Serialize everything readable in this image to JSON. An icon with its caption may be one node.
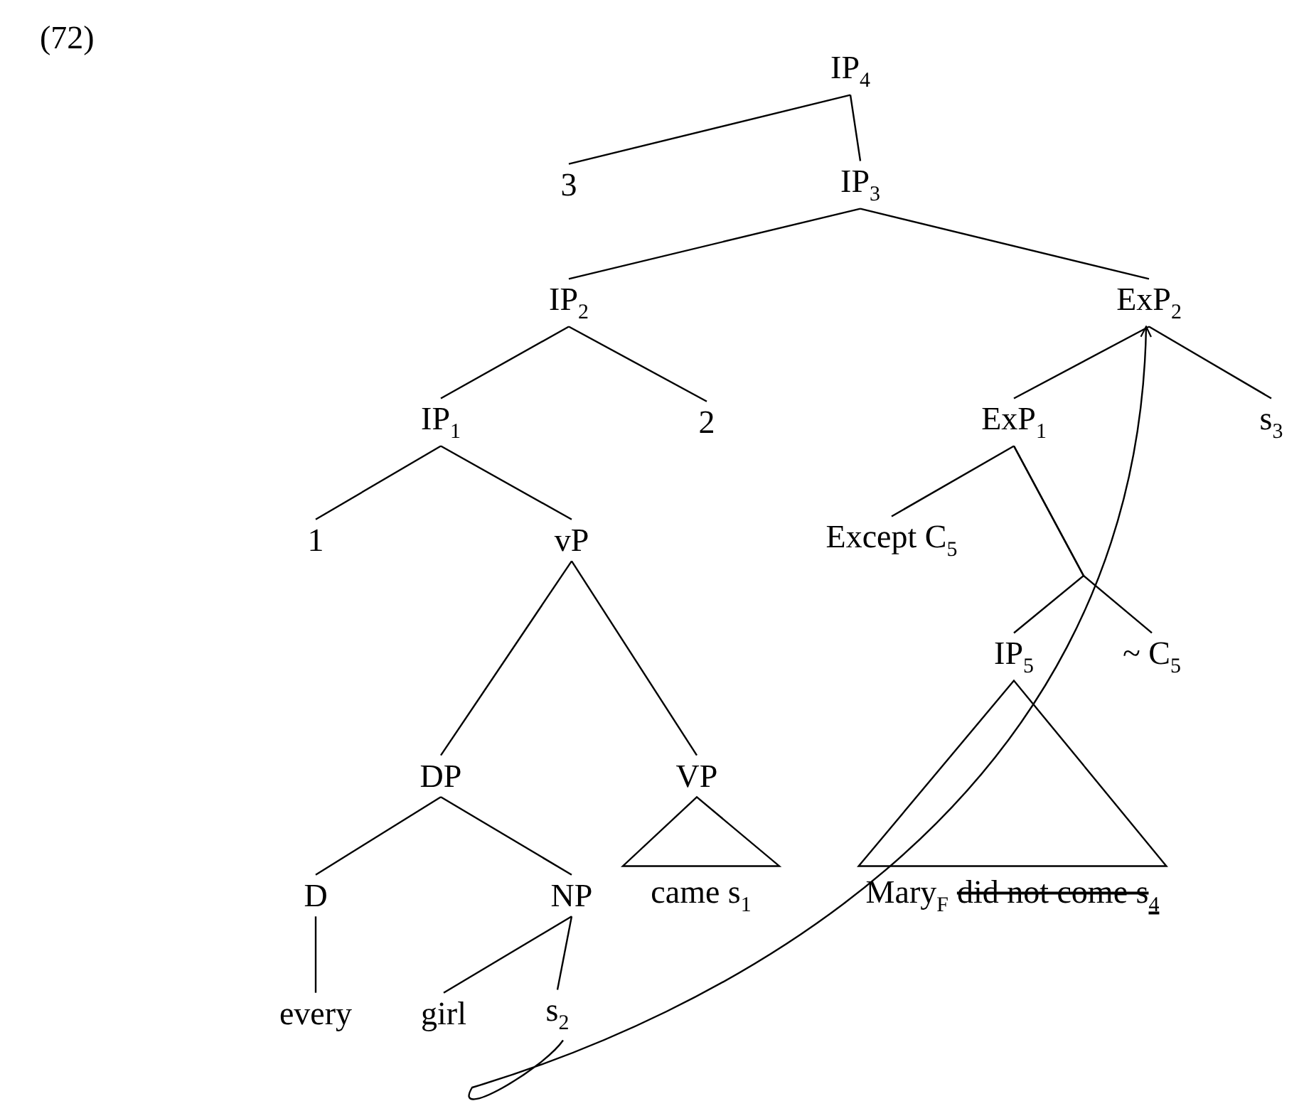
{
  "diagram": {
    "nodes": [
      {
        "text": [
          "IP$_{4}$"
        ]
      },
      {
        "text": [
          "3"
        ]
      },
      {
        "text": [
          "IP$_{3}$"
        ]
      },
      {
        "text": [
          "IP$_{2}$"
        ]
      },
      {
        "text": [
          "ExP$_{2}$"
        ]
      },
      {
        "text": [
          "IP$_{1}$"
        ]
      },
      {
        "text": [
          "2"
        ]
      },
      {
        "text": [
          "ExP$_{1}$"
        ]
      },
      {
        "text": [
          "s$_{3}$"
        ]
      },
      {
        "text": [
          "1"
        ]
      },
      {
        "text": [
          "vP"
        ]
      },
      {
        "text": [
          "Except C$_{5}$"
        ]
      },
      {
        "text": [
          "DP"
        ]
      },
      {
        "text": [
          "VP"
        ]
      },
      {
        "text": [
          "IP$_{5}$"
        ]
      },
      {
        "text": [
          "~ C$_{5}$"
        ]
      },
      {
        "text": [
          "D"
        ]
      },
      {
        "text": [
          "NP"
        ]
      },
      {
        "text": [
          "came s$_{1}$"
        ]
      },
      {
        "text": [
          "Mary$_{F}$",
          "did not come s$_{4}$"
        ]
      },
      {
        "text": [
          "every"
        ]
      },
      {
        "text": [
          "girl"
        ]
      },
      {
        "text": [
          "s$_{2}$"
        ]
      }
    ],
    "edges": [
      {
        "from": 0,
        "to": 1,
        "arrow": "none"
      },
      {
        "from": 0,
        "to": 2,
        "arrow": "none"
      },
      {
        "from": 2,
        "to": 3,
        "arrow": "none"
      },
      {
        "from": 2,
        "to": 4,
        "arrow": "none"
      },
      {
        "from": 3,
        "to": 5,
        "arrow": "none"
      },
      {
        "from": 3,
        "to": 6,
        "arrow": "none"
      },
      {
        "from": 4,
        "to": 7,
        "arrow": "none"
      },
      {
        "from": 4,
        "to": 8,
        "arrow": "none"
      },
      {
        "from": 5,
        "to": 9,
        "arrow": "none"
      },
      {
        "from": 5,
        "to": 10,
        "arrow": "none"
      },
      {
        "from": 7,
        "to": 11,
        "arrow": "none"
      },
      {
        "from": 7,
        "to": 14,
        "arrow": "none"
      },
      {
        "from": 7,
        "to": 15,
        "arrow": "none"
      },
      {
        "from": 10,
        "to": 12,
        "arrow": "none"
      },
      {
        "from": 10,
        "to": 13,
        "arrow": "none"
      },
      {
        "from": 13,
        "to": 18,
        "arrow": "none"
      },
      {
        "from": 14,
        "to": 19,
        "arrow": "none"
      },
      {
        "from": 12,
        "to": 16,
        "arrow": "none"
      },
      {
        "from": 12,
        "to": 17,
        "arrow": "none"
      },
      {
        "from": 16,
        "to": 20,
        "arrow": "none"
      },
      {
        "from": 17,
        "to": 21,
        "arrow": "none"
      },
      {
        "from": 17,
        "to": 22,
        "arrow": "none"
      },
      {
        "from": 22,
        "to": 4,
        "arrow": "to"
      }
    ],
    "labels": [
      "(72)"
    ]
  }
}
